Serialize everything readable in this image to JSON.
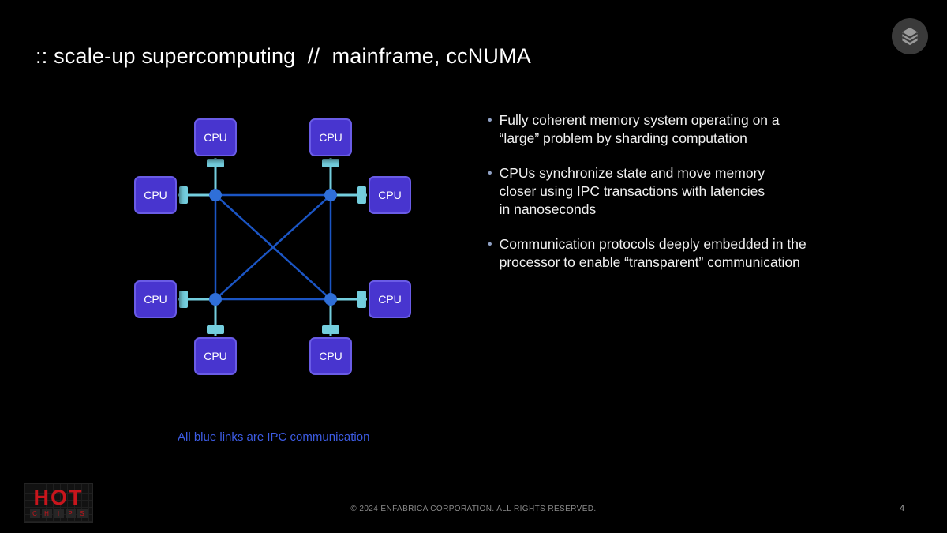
{
  "slide": {
    "title": ":: scale-up supercomputing  //  mainframe, ccNUMA",
    "page_number": "4",
    "footer": "© 2024 ENFABRICA CORPORATION. ALL RIGHTS RESERVED."
  },
  "logos": {
    "corner_icon": "isometric-cube-icon",
    "hot": "HOT",
    "chips": [
      "C",
      "H",
      "I",
      "P",
      "S"
    ]
  },
  "diagram": {
    "cpu_label": "CPU",
    "caption": "All blue links are IPC communication",
    "colors": {
      "cpu_fill": "#4835cf",
      "cpu_border": "#6a5ce6",
      "node": "#2f6fd8",
      "link": "#1b55c4",
      "port": "#74cede",
      "caption_text": "#3d5ce4"
    }
  },
  "bullets": [
    {
      "text": "Fully coherent memory system operating on a\n“large” problem by sharding computation"
    },
    {
      "text": "CPUs synchronize state and move memory\ncloser using IPC transactions with latencies\nin nanoseconds"
    },
    {
      "text": "Communication protocols deeply embedded in the\nprocessor to enable “transparent” communication"
    }
  ]
}
